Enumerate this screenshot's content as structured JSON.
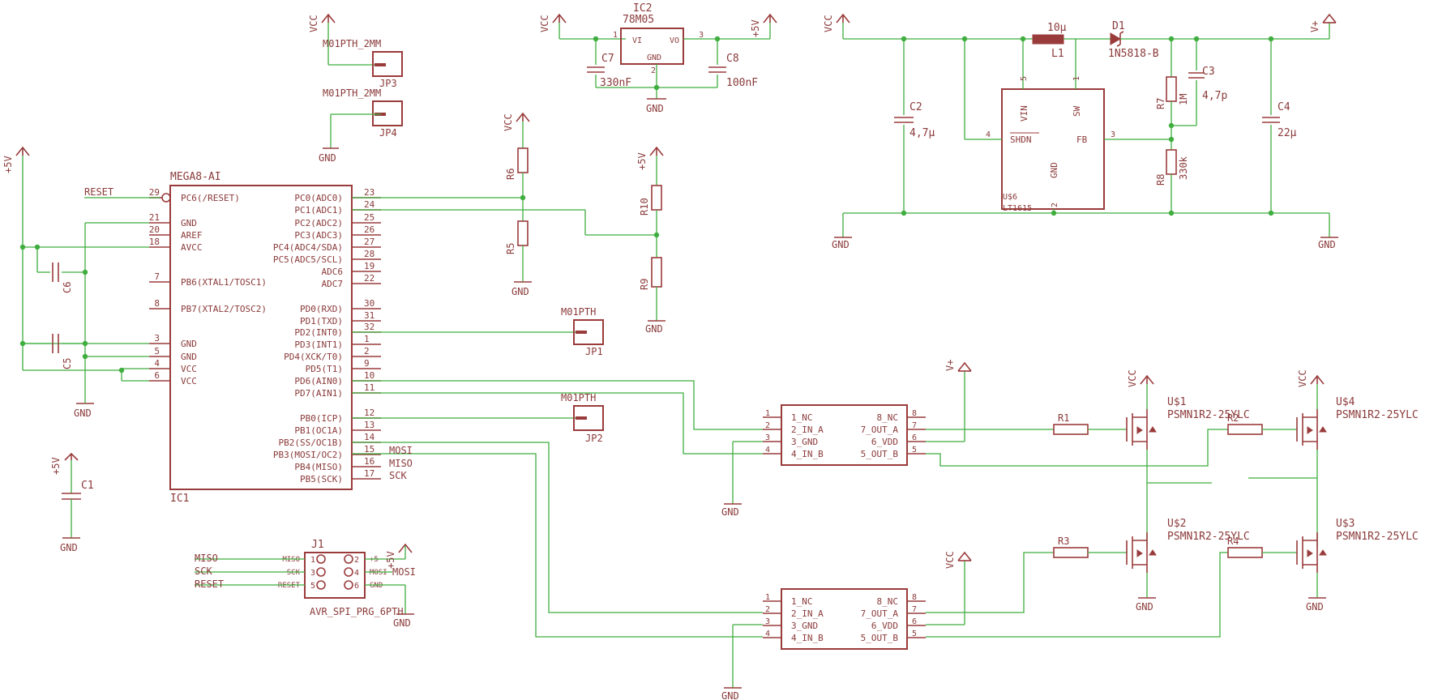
{
  "ic1": {
    "part": "MEGA8-AI",
    "name": "IC1",
    "left_pins": [
      {
        "num": "29",
        "label": "PC6(/RESET)"
      },
      {
        "num": "21",
        "label": "GND"
      },
      {
        "num": "20",
        "label": "AREF"
      },
      {
        "num": "18",
        "label": "AVCC"
      },
      {
        "num": "7",
        "label": "PB6(XTAL1/TOSC1)"
      },
      {
        "num": "8",
        "label": "PB7(XTAL2/TOSC2)"
      },
      {
        "num": "3",
        "label": "GND"
      },
      {
        "num": "5",
        "label": "GND"
      },
      {
        "num": "4",
        "label": "VCC"
      },
      {
        "num": "6",
        "label": "VCC"
      }
    ],
    "right_pins": [
      {
        "num": "23",
        "label": "PC0(ADC0)"
      },
      {
        "num": "24",
        "label": "PC1(ADC1)"
      },
      {
        "num": "25",
        "label": "PC2(ADC2)"
      },
      {
        "num": "26",
        "label": "PC3(ADC3)"
      },
      {
        "num": "27",
        "label": "PC4(ADC4/SDA)"
      },
      {
        "num": "28",
        "label": "PC5(ADC5/SCL)"
      },
      {
        "num": "19",
        "label": "ADC6"
      },
      {
        "num": "22",
        "label": "ADC7"
      },
      {
        "num": "30",
        "label": "PD0(RXD)"
      },
      {
        "num": "31",
        "label": "PD1(TXD)"
      },
      {
        "num": "32",
        "label": "PD2(INT0)"
      },
      {
        "num": "1",
        "label": "PD3(INT1)"
      },
      {
        "num": "2",
        "label": "PD4(XCK/T0)"
      },
      {
        "num": "9",
        "label": "PD5(T1)"
      },
      {
        "num": "10",
        "label": "PD6(AIN0)"
      },
      {
        "num": "11",
        "label": "PD7(AIN1)"
      },
      {
        "num": "12",
        "label": "PB0(ICP)"
      },
      {
        "num": "13",
        "label": "PB1(OC1A)"
      },
      {
        "num": "14",
        "label": "PB2(SS/OC1B)"
      },
      {
        "num": "15",
        "label": "PB3(MOSI/OC2)"
      },
      {
        "num": "16",
        "label": "PB4(MISO)"
      },
      {
        "num": "17",
        "label": "PB5(SCK)"
      }
    ]
  },
  "nets": {
    "reset": "RESET",
    "mosi": "MOSI",
    "miso": "MISO",
    "sck": "SCK"
  },
  "supplies": {
    "vcc": "VCC",
    "gnd": "GND",
    "p5v": "+5V",
    "vplus": "V+"
  },
  "jumpers": {
    "jp3": {
      "name": "JP3",
      "part": "M01PTH_2MM"
    },
    "jp4": {
      "name": "JP4",
      "part": "M01PTH_2MM"
    },
    "jp1": {
      "name": "JP1",
      "part": "M01PTH"
    },
    "jp2": {
      "name": "JP2",
      "part": "M01PTH"
    }
  },
  "regulator": {
    "name": "IC2",
    "part": "78M05",
    "vi": "VI",
    "vo": "VO",
    "gnd": "GND",
    "pin1": "1",
    "pin2": "2",
    "pin3": "3",
    "c7": {
      "name": "C7",
      "value": "330nF"
    },
    "c8": {
      "name": "C8",
      "value": "100nF"
    }
  },
  "boost": {
    "name": "U$6",
    "part": "LT1615",
    "vin": "VIN",
    "sw": "SW",
    "shdn": "SHDN",
    "fb": "FB",
    "gnd": "GND",
    "pin5": "5",
    "pin1": "1",
    "pin4": "4",
    "pin3": "3",
    "pin2": "2",
    "l1": {
      "name": "L1",
      "value": "10µ"
    },
    "d1": {
      "name": "D1",
      "value": "1N5818-B"
    },
    "c2": {
      "name": "C2",
      "value": "4,7µ"
    },
    "c3": {
      "name": "C3",
      "value": "4,7p"
    },
    "c4": {
      "name": "C4",
      "value": "22µ"
    },
    "r7": {
      "name": "R7",
      "value": "1M"
    },
    "r8": {
      "name": "R8",
      "value": "330k"
    }
  },
  "passives": {
    "r5": "R5",
    "r6": "R6",
    "r9": "R9",
    "r10": "R10",
    "c1": "C1",
    "c5": "C5",
    "c6": "C6",
    "r1": "R1",
    "r2": "R2",
    "r3": "R3",
    "r4": "R4"
  },
  "drivers": {
    "pins_left": [
      {
        "num": "1",
        "label": "1_NC"
      },
      {
        "num": "2",
        "label": "2_IN_A"
      },
      {
        "num": "3",
        "label": "3_GND"
      },
      {
        "num": "4",
        "label": "4_IN_B"
      }
    ],
    "pins_right": [
      {
        "num": "8",
        "label": "8_NC"
      },
      {
        "num": "7",
        "label": "7_OUT_A"
      },
      {
        "num": "6",
        "label": "6_VDD"
      },
      {
        "num": "5",
        "label": "5_OUT_B"
      }
    ]
  },
  "mosfets": {
    "part": "PSMN1R2-25YLC",
    "names": [
      "U$1",
      "U$4",
      "U$2",
      "U$3"
    ]
  },
  "isp": {
    "name": "J1",
    "part": "AVR_SPI_PRG_6PTH",
    "pins": [
      {
        "num": "1",
        "label": "MISO"
      },
      {
        "num": "2",
        "label": "+5"
      },
      {
        "num": "3",
        "label": "SCK"
      },
      {
        "num": "4",
        "label": "MOSI"
      },
      {
        "num": "5",
        "label": "RESET"
      },
      {
        "num": "6",
        "label": "GND"
      }
    ]
  }
}
